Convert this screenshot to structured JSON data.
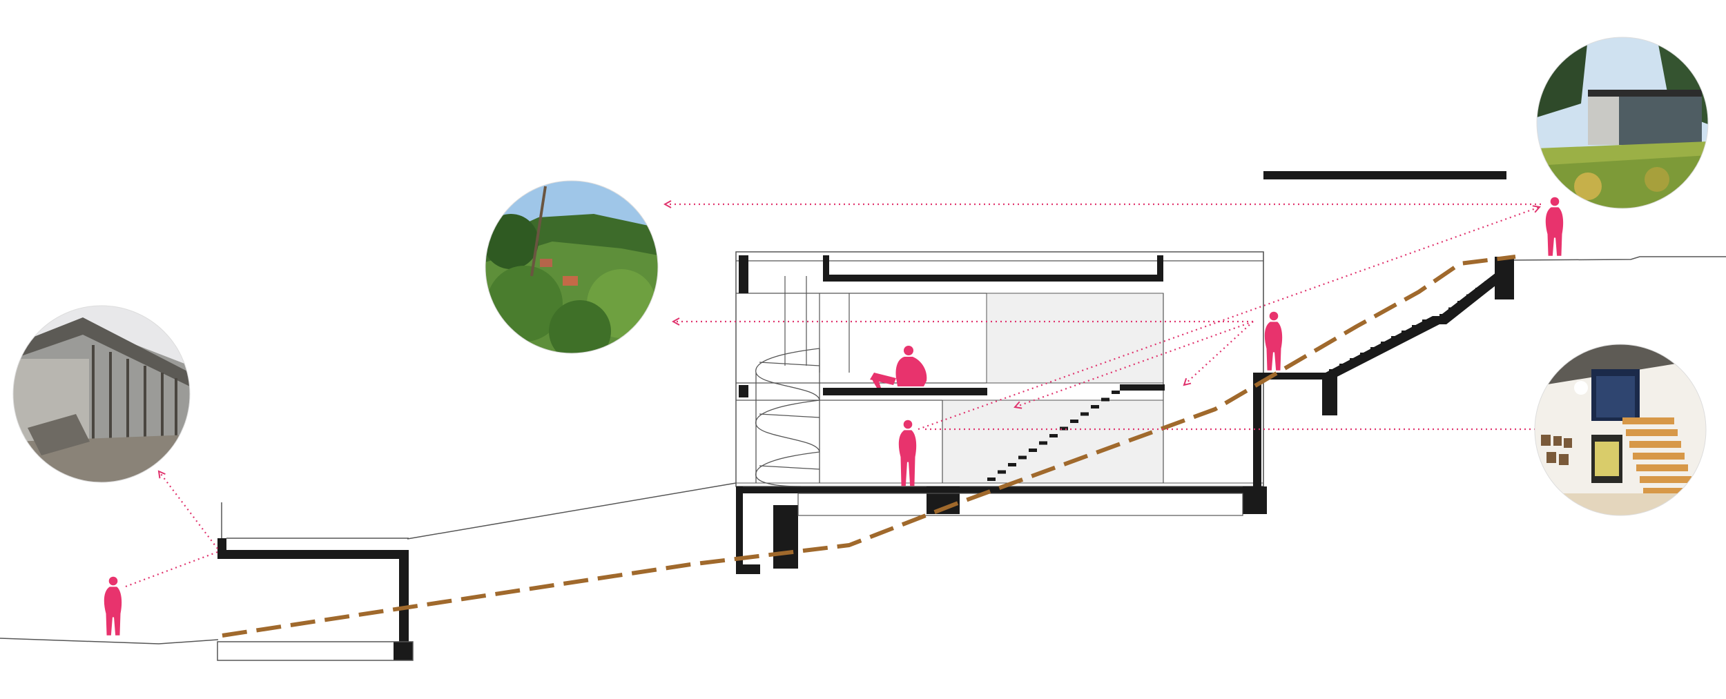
{
  "colors": {
    "structure": "#1a1a1a",
    "thin_line": "#555555",
    "figure": "#e8336d",
    "sightline": "#e0336d",
    "slope_line": "#a0692c",
    "room_fill": "#f0f0f0",
    "background": "#ffffff"
  },
  "photos": [
    {
      "id": "construction-photo",
      "description_icon": "construction-photo-icon"
    },
    {
      "id": "forest-view-photo",
      "description_icon": "forest-view-photo-icon"
    },
    {
      "id": "green-roof-photo",
      "description_icon": "green-roof-photo-icon"
    },
    {
      "id": "interior-stair-photo",
      "description_icon": "interior-stair-photo-icon"
    }
  ],
  "figures": [
    {
      "id": "person-standing-lower-terrace",
      "pose": "standing"
    },
    {
      "id": "person-standing-interior",
      "pose": "standing"
    },
    {
      "id": "person-sitting-mezzanine",
      "pose": "sitting"
    },
    {
      "id": "person-standing-upper-terrace",
      "pose": "standing"
    },
    {
      "id": "person-standing-roof-level",
      "pose": "standing"
    }
  ]
}
